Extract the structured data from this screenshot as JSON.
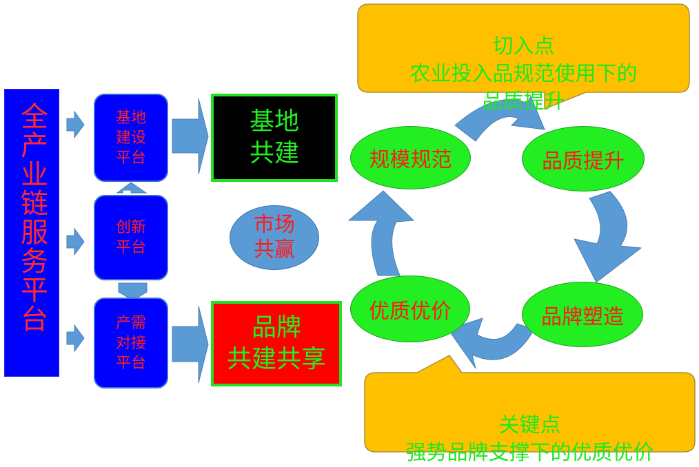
{
  "left_bar": "全产业链服务平台",
  "platforms": [
    {
      "label": "基地\n建设\n平台"
    },
    {
      "label": "创新\n平台"
    },
    {
      "label": "产需\n对接\n平台"
    }
  ],
  "results": {
    "base": "基地\n共建",
    "brand": "品牌\n共建共享"
  },
  "center": "市场\n共赢",
  "cycle": [
    "规模规范",
    "品质提升",
    "品牌塑造",
    "优质优价"
  ],
  "callouts": {
    "top": "切入点\n农业投入品规范使用下的\n品质提升",
    "bottom": "关键点\n强势品牌支撑下的优质优价"
  },
  "colors": {
    "blue": "#0000ff",
    "arrow": "#5b9bd5",
    "green": "#22ee22",
    "callout": "#ffc000",
    "red": "#ff1a1a"
  }
}
